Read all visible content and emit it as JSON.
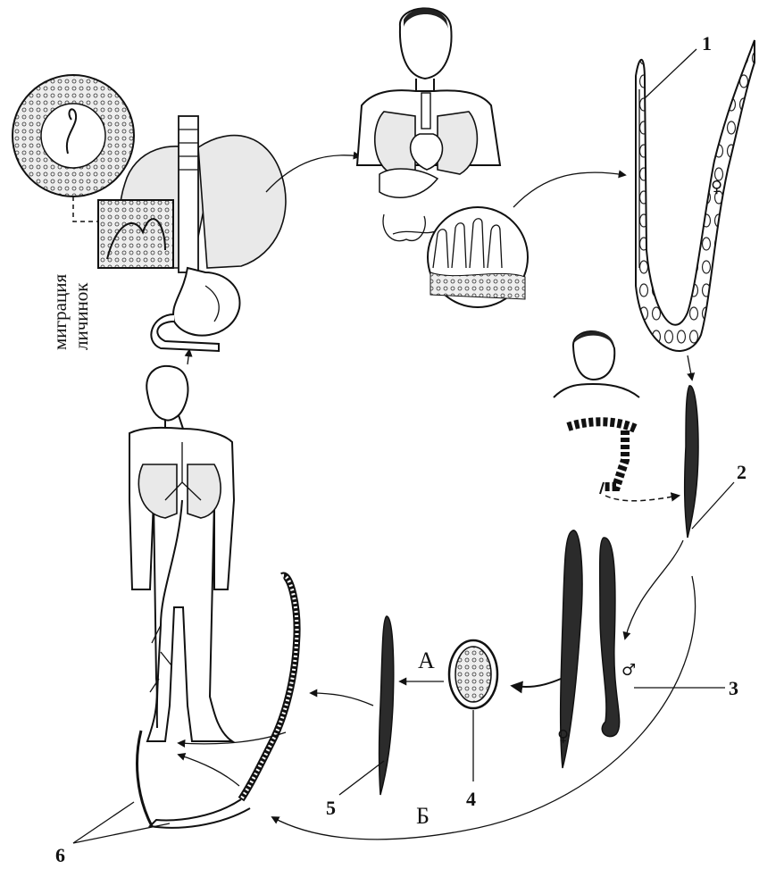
{
  "labels": {
    "n1": "1",
    "n2": "2",
    "n3": "3",
    "n4": "4",
    "n5": "5",
    "n6": "6",
    "A": "А",
    "B": "Б",
    "migration_line1": "миграция",
    "migration_line2": "личинок",
    "female": "♀",
    "male": "♂"
  }
}
